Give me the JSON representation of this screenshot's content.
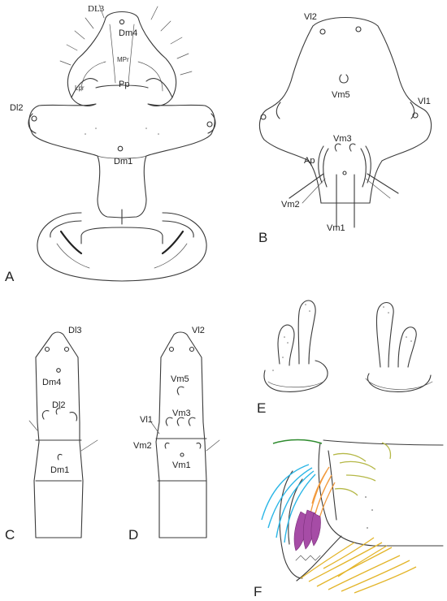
{
  "panels": {
    "a": {
      "letter": "A",
      "labels": {
        "dl3": "DL3",
        "dm4": "Dm4",
        "mpr": "MPr",
        "lpr": "Lpr",
        "pp": "Pp",
        "dl2": "Dl2",
        "dm1": "Dm1"
      }
    },
    "b": {
      "letter": "B",
      "labels": {
        "vl2": "Vl2",
        "vm5": "Vm5",
        "vl1": "Vl1",
        "vm3": "Vm3",
        "ap": "Ap",
        "vm2": "Vm2",
        "vm1": "Vm1"
      }
    },
    "c": {
      "letter": "C",
      "labels": {
        "dl3": "Dl3",
        "dm4": "Dm4",
        "dl2": "Dl2",
        "dm1": "Dm1"
      }
    },
    "d": {
      "letter": "D",
      "labels": {
        "vl2": "Vl2",
        "vm5": "Vm5",
        "vl1": "Vl1",
        "vm3": "Vm3",
        "vm2": "Vm2",
        "vm1": "Vm1"
      }
    },
    "e": {
      "letter": "E"
    },
    "f": {
      "letter": "F"
    }
  },
  "colors": {
    "ink": "#3a3a3a",
    "green": "#2e8b2e",
    "olive": "#b5b847",
    "cyan": "#2bb6e6",
    "orange": "#f29a3c",
    "purple": "#a64ca6",
    "yellow": "#e3b52a"
  }
}
